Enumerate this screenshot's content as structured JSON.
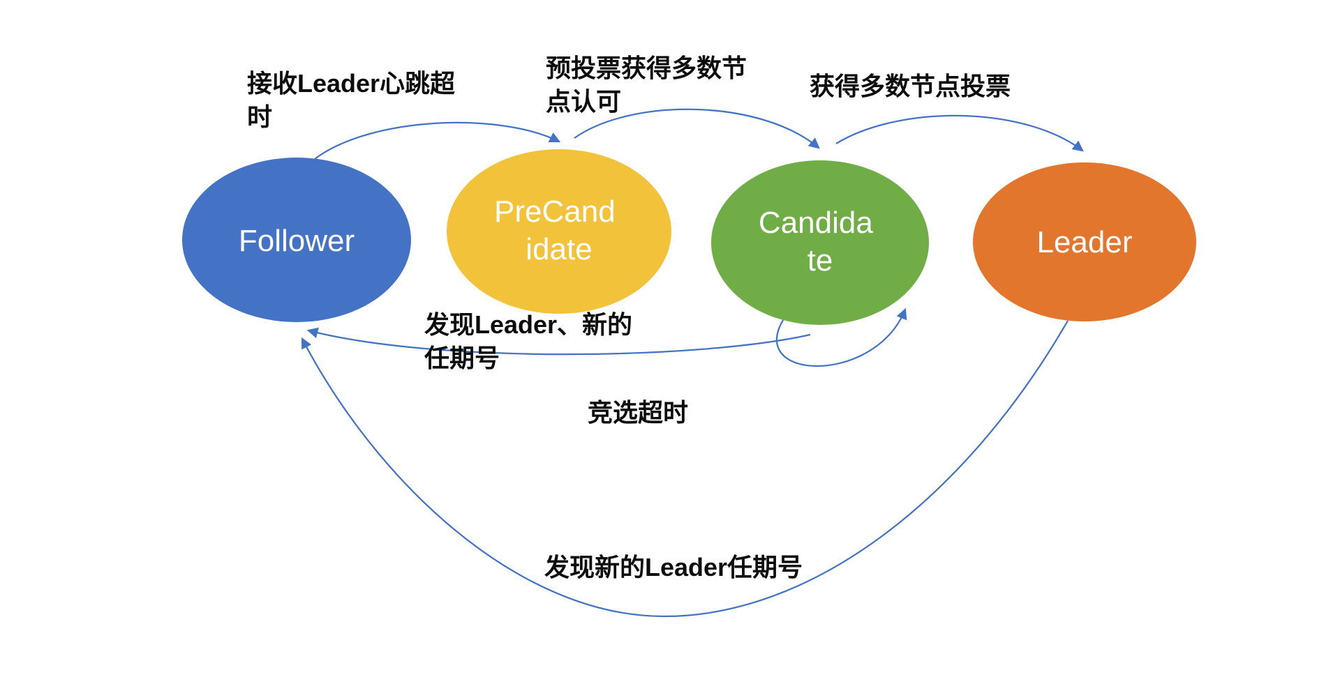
{
  "diagram": {
    "background": "#ffffff",
    "arrow_color": "#4472C4",
    "text_color": "#0d0d0d",
    "nodes": [
      {
        "id": "follower",
        "label": "Follower",
        "lines": [
          "Follower"
        ],
        "fill": "#4472C4"
      },
      {
        "id": "precandidate",
        "label": "PreCandidate",
        "lines": [
          "PreCand",
          "idate"
        ],
        "fill": "#F2C23B"
      },
      {
        "id": "candidate",
        "label": "Candidate",
        "lines": [
          "Candida",
          "te"
        ],
        "fill": "#70AD47"
      },
      {
        "id": "leader",
        "label": "Leader",
        "lines": [
          "Leader"
        ],
        "fill": "#E2762D"
      }
    ],
    "edges": [
      {
        "id": "follower-to-precandidate",
        "label": "接收Leader心跳超时",
        "lines": [
          "接收Leader心跳超",
          "时"
        ]
      },
      {
        "id": "precandidate-to-candidate",
        "label": "预投票获得多数节点认可",
        "lines": [
          "预投票获得多数节",
          "点认可"
        ]
      },
      {
        "id": "candidate-to-leader",
        "label": "获得多数节点投票",
        "lines": [
          "获得多数节点投票"
        ]
      },
      {
        "id": "candidate-to-follower",
        "label": "发现Leader、新的任期号",
        "lines": [
          "发现Leader、新的",
          "任期号"
        ]
      },
      {
        "id": "candidate-self-loop",
        "label": "竞选超时",
        "lines": [
          "竞选超时"
        ]
      },
      {
        "id": "leader-to-follower",
        "label": "发现新的Leader任期号",
        "lines": [
          "发现新的Leader任期号"
        ]
      }
    ]
  }
}
